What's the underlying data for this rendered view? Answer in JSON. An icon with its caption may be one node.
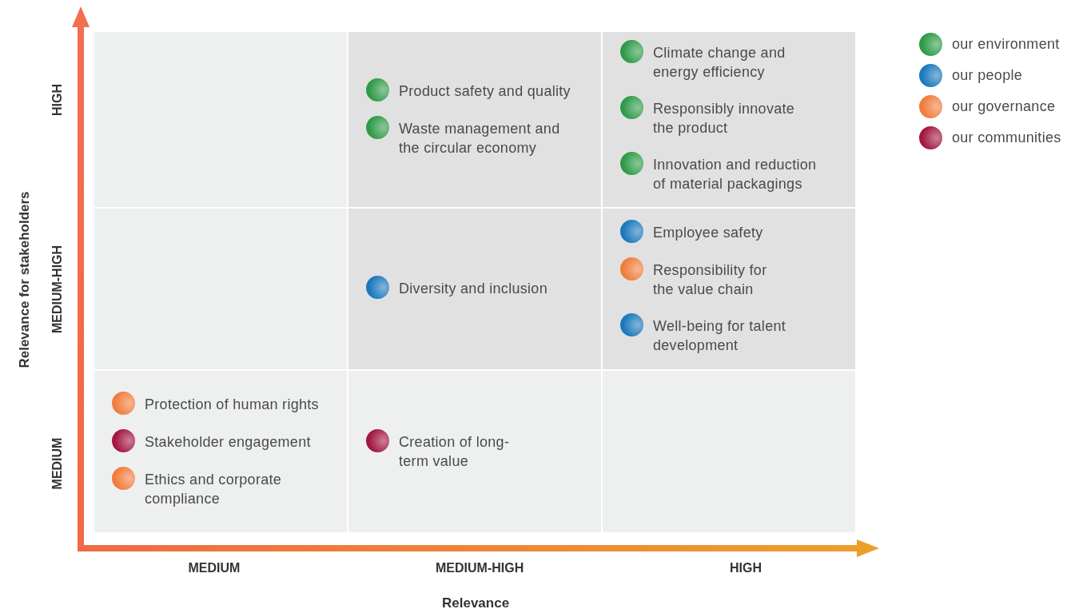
{
  "diagram": {
    "nodes": [
      {
        "text": [],
        "shape": "box"
      },
      {
        "text": [
          "Product safety and quality",
          "Waste management and the circular economy"
        ]
      },
      {
        "text": [
          "Climate change and energy efficiency",
          "Responsibly innovate the product",
          "Innovation and reduction of material packagings"
        ]
      },
      {
        "text": [],
        "shape": "box"
      },
      {
        "text": [
          "Diversity and inclusion"
        ]
      },
      {
        "text": [
          "Employee safety",
          "Responsibility for the value chain",
          "Well-being for talent development"
        ]
      },
      {
        "text": [
          "Protection of human rights",
          "Stakeholder engagement",
          "Ethics and corporate compliance"
        ]
      },
      {
        "text": [
          "Creation of long-term value"
        ]
      },
      {
        "text": [],
        "shape": "box"
      }
    ],
    "labels": [
      "Relevance for stakeholders",
      "HIGH",
      "MEDIUM-HIGH",
      "MEDIUM",
      "MEDIUM",
      "MEDIUM-HIGH",
      "HIGH",
      "Relevance"
    ],
    "legend": [
      {
        "text": "our environment",
        "color": "#2e9a47"
      },
      {
        "text": "our people",
        "color": "#1a78bd"
      },
      {
        "text": "our governance",
        "color": "#f07c3c"
      },
      {
        "text": "our communities",
        "color": "#a3163f"
      }
    ]
  }
}
